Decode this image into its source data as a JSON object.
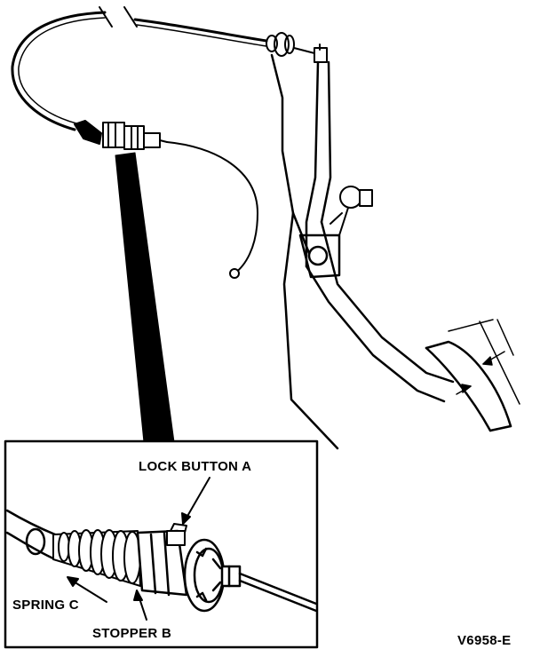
{
  "figure_id": "V6958-E",
  "callouts": {
    "lock_button": "LOCK BUTTON A",
    "spring": "SPRING C",
    "stopper": "STOPPER B"
  }
}
